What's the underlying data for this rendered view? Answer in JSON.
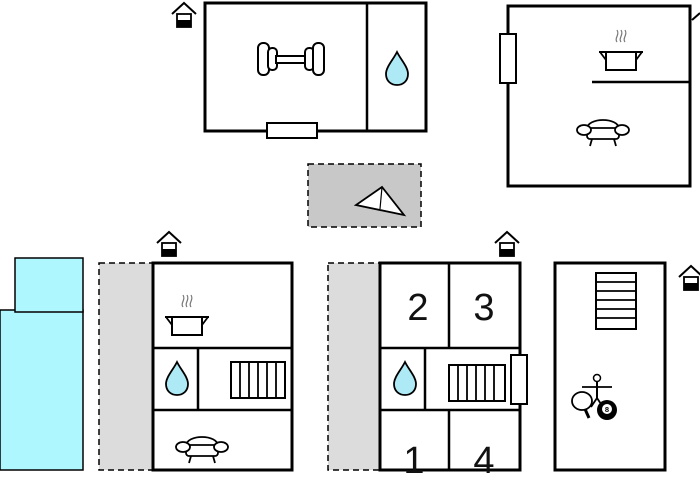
{
  "plan": {
    "room_numbers": [
      "1",
      "2",
      "3",
      "4"
    ],
    "billiard_ball_label": "8",
    "icons": [
      "house-entrance-icon",
      "fitness-dumbbell-icon",
      "water-drop-icon",
      "cooking-pot-icon",
      "sofa-icon",
      "compass-north-icon",
      "stairs-icon",
      "table-football-icon",
      "table-tennis-icon",
      "billiard-ball-icon"
    ],
    "colors": {
      "wall": "#000000",
      "water": "#aeeaf5",
      "pool": "#aef7ff",
      "terrace": "#dcdcdc",
      "carport": "#c8c8c8"
    }
  }
}
